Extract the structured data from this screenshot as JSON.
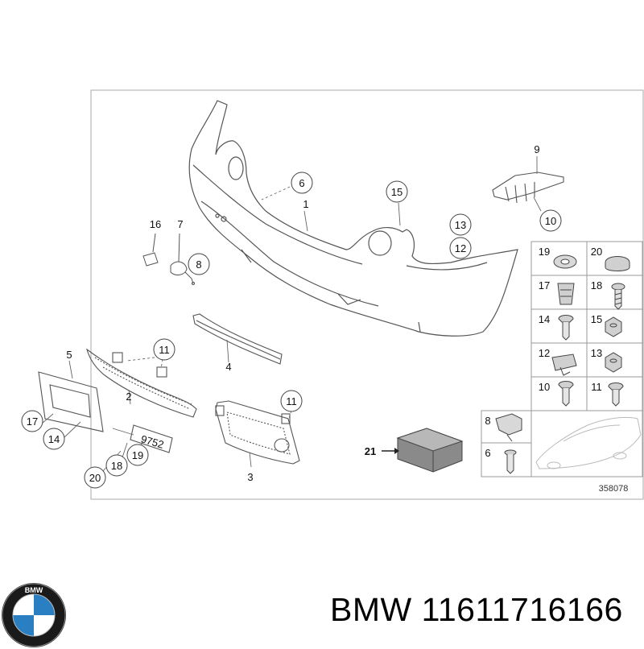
{
  "diagram": {
    "callouts_circled": {
      "c6": "6",
      "c15": "15",
      "c13": "13",
      "c12": "12",
      "c10": "10",
      "c8": "8",
      "c11a": "11",
      "c11b": "11",
      "c17": "17",
      "c14": "14",
      "c19": "19",
      "c18": "18",
      "c20": "20"
    },
    "labels_plain": {
      "l1": "1",
      "l9": "9",
      "l16": "16",
      "l7": "7",
      "l4": "4",
      "l5": "5",
      "l2": "2",
      "l3": "3",
      "l21": "21"
    },
    "plate_text": "9752",
    "parts_grid": {
      "cells": [
        "19",
        "20",
        "17",
        "18",
        "14",
        "15",
        "12",
        "13",
        "10",
        "11",
        "8",
        "6"
      ]
    },
    "reference_number": "358078"
  },
  "footer": {
    "brand_caption": "BMW 11611716166",
    "logo_letters": "BMW"
  },
  "colors": {
    "line": "#555555",
    "frame": "#999999",
    "logo_blue": "#2a7fc3",
    "logo_ring": "#1a1a1a"
  }
}
